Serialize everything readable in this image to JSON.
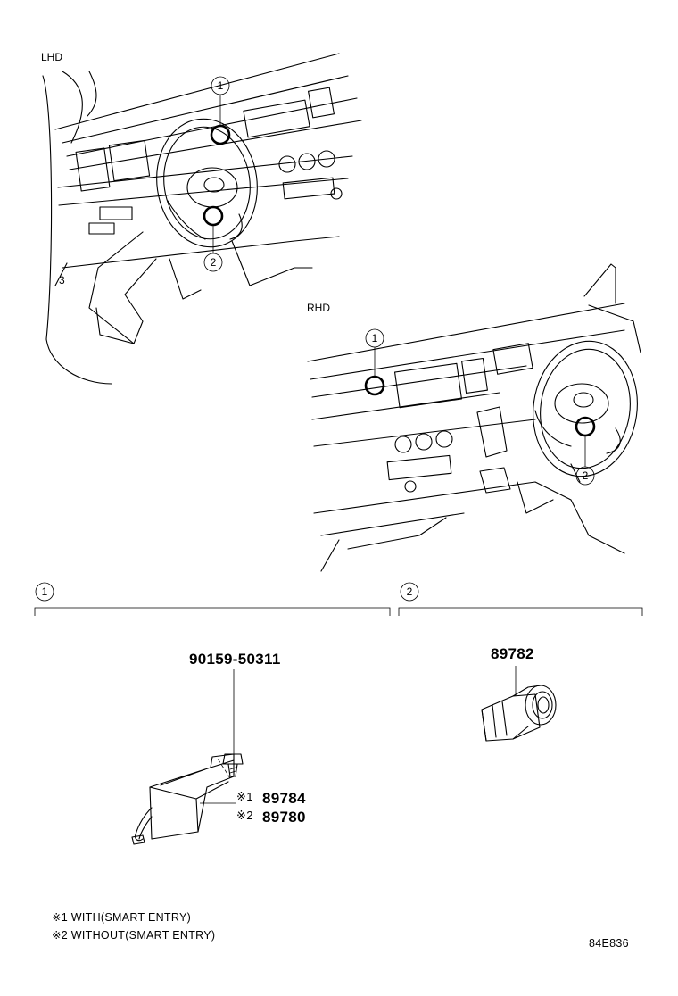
{
  "views": {
    "lhd": {
      "label": "LHD",
      "callout_1": "1",
      "callout_2": "2"
    },
    "rhd": {
      "label": "RHD",
      "callout_1": "1",
      "callout_2": "2"
    }
  },
  "sections": [
    {
      "ref": "1"
    },
    {
      "ref": "2"
    }
  ],
  "parts": {
    "bolt": {
      "number": "90159-50311"
    },
    "module_with": {
      "mark": "※1",
      "number": "89784"
    },
    "module_without": {
      "mark": "※2",
      "number": "89780"
    },
    "sensor": {
      "number": "89782"
    }
  },
  "notes": [
    {
      "text": "※1 WITH(SMART ENTRY)"
    },
    {
      "text": "※2 WITHOUT(SMART ENTRY)"
    }
  ],
  "diagram_code": "84E836"
}
